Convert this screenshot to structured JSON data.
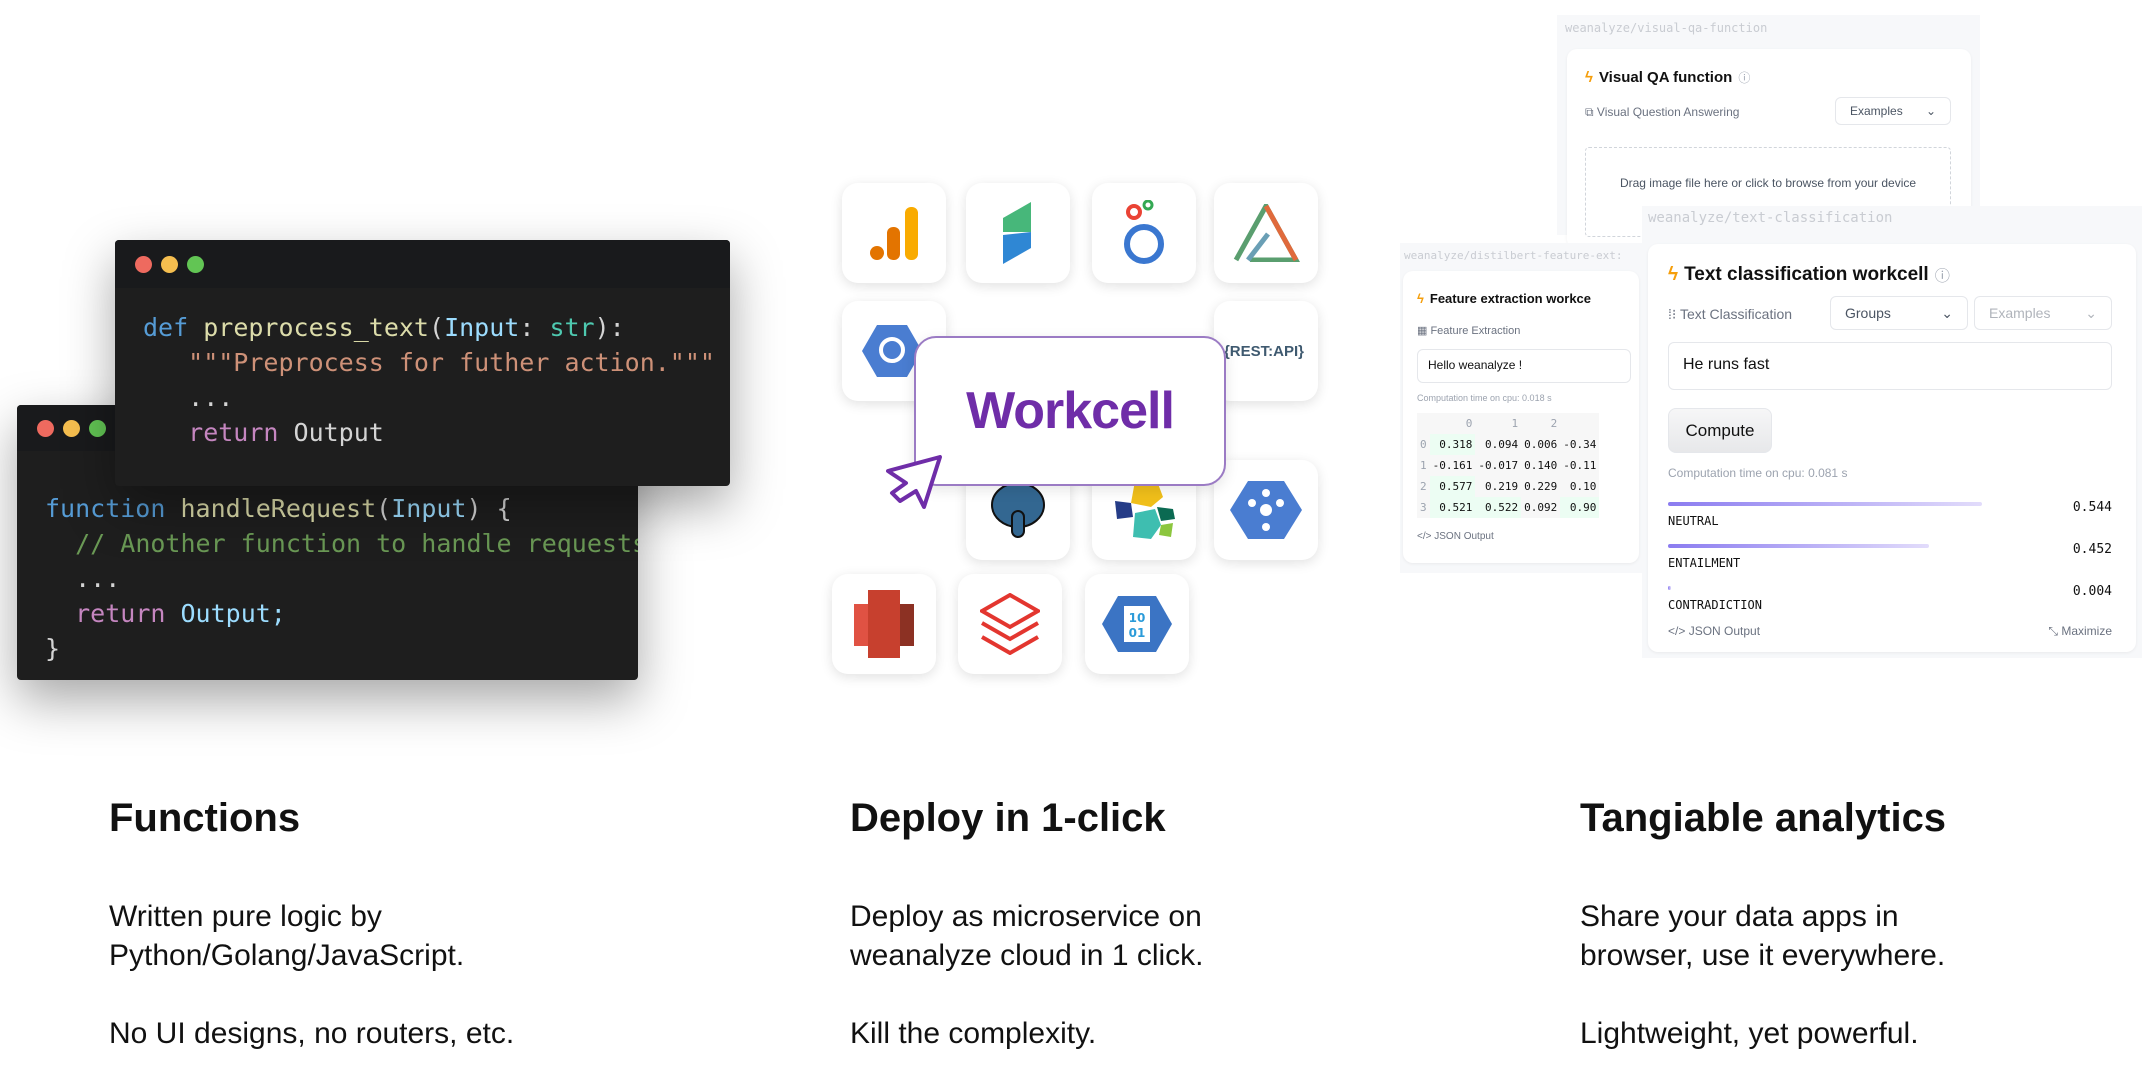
{
  "code_python": {
    "def": "def",
    "name": "preprocess_text",
    "param": "Input",
    "type": "str",
    "docstring": "\"\"\"Preprocess for futher action.\"\"\"",
    "ellipsis": "...",
    "return": "return",
    "output": "Output"
  },
  "code_js": {
    "function": "function",
    "name": "handleRequest",
    "param": "Input",
    "comment": "// Another function to handle requests",
    "ellipsis": "...",
    "return": "return",
    "output": "Output;",
    "close": "}"
  },
  "window_dots": [
    "#ee6a5f",
    "#f5be4f",
    "#62c554"
  ],
  "integrations": {
    "center_label": "Workcell",
    "rest_api": "{REST:API}",
    "icons": [
      "google-analytics-icon",
      "stack-icon",
      "looker-icon",
      "triangle-logo-icon",
      "bigquery-icon",
      "rest-api-icon",
      "postgresql-icon",
      "elastic-icon",
      "cloud-pubsub-icon",
      "aws-s3-icon",
      "databricks-icon",
      "azure-blob-icon"
    ]
  },
  "visual_qa": {
    "path": "weanalyze/visual-qa-function",
    "title": "Visual QA function",
    "task": "Visual Question Answering",
    "examples": "Examples",
    "drop": "Drag image file here or click to browse from your device"
  },
  "feature_extraction": {
    "path": "weanalyze/distilbert-feature-ext:",
    "title": "Feature extraction workce",
    "task": "Feature Extraction",
    "input": "Hello weanalyze !",
    "time": "Computation time on cpu: 0.018 s",
    "columns": [
      "",
      "0",
      "1",
      "2",
      ""
    ],
    "rows": [
      [
        "0",
        "0.318",
        "0.094",
        "0.006",
        "-0.34"
      ],
      [
        "1",
        "-0.161",
        "-0.017",
        "0.140",
        "-0.11"
      ],
      [
        "2",
        "0.577",
        "0.219",
        "0.229",
        "0.10"
      ],
      [
        "3",
        "0.521",
        "0.522",
        "0.092",
        "0.90"
      ]
    ],
    "json": "JSON Output"
  },
  "text_classification": {
    "path": "weanalyze/text-classification",
    "title": "Text classification workcell",
    "task": "Text Classification",
    "groups": "Groups",
    "examples": "Examples",
    "input": "He runs fast",
    "compute": "Compute",
    "time": "Computation time on cpu: 0.081 s",
    "results": [
      {
        "label": "NEUTRAL",
        "score": "0.544",
        "value": 0.544
      },
      {
        "label": "ENTAILMENT",
        "score": "0.452",
        "value": 0.452
      },
      {
        "label": "CONTRADICTION",
        "score": "0.004",
        "value": 0.004
      }
    ],
    "json": "JSON Output",
    "maximize": "Maximize",
    "bar_color": "#8b7cf0"
  },
  "features": [
    {
      "title": "Functions",
      "line1": "Written pure logic by",
      "line2": "Python/Golang/JavaScript.",
      "line3": "No UI designs, no routers, etc."
    },
    {
      "title": "Deploy in 1-click",
      "line1": "Deploy as microservice on",
      "line2": "weanalyze cloud in 1 click.",
      "line3": "Kill the complexity."
    },
    {
      "title": "Tangiable analytics",
      "line1": "Share your data apps in",
      "line2": "browser, use it everywhere.",
      "line3": "Lightweight, yet powerful."
    }
  ]
}
